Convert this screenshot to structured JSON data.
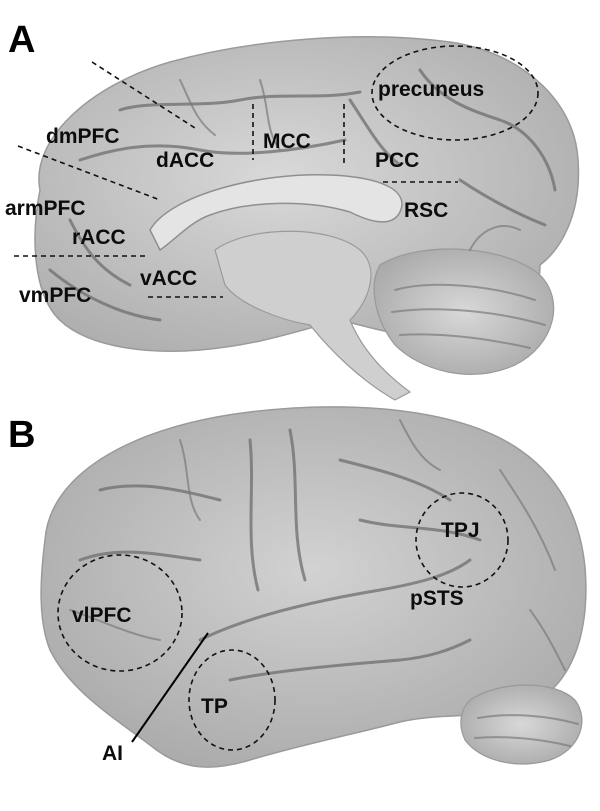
{
  "panels": {
    "a": {
      "letter": "A",
      "labels": {
        "dmpfc": "dmPFC",
        "dacc": "dACC",
        "mcc": "MCC",
        "precuneus": "precuneus",
        "pcc": "PCC",
        "armpfc": "armPFC",
        "racc": "rACC",
        "rsc": "RSC",
        "vacc": "vACC",
        "vmpfc": "vmPFC"
      }
    },
    "b": {
      "letter": "B",
      "labels": {
        "tpj": "TPJ",
        "pststs": "pSTS",
        "vlpfc": "vlPFC",
        "tp": "TP",
        "ai": "AI"
      }
    }
  },
  "colors": {
    "brain_fill": "#bdbdbd",
    "brain_light": "#d6d6d6",
    "brain_dark": "#8a8a8a",
    "label": "#0c0c0c"
  }
}
